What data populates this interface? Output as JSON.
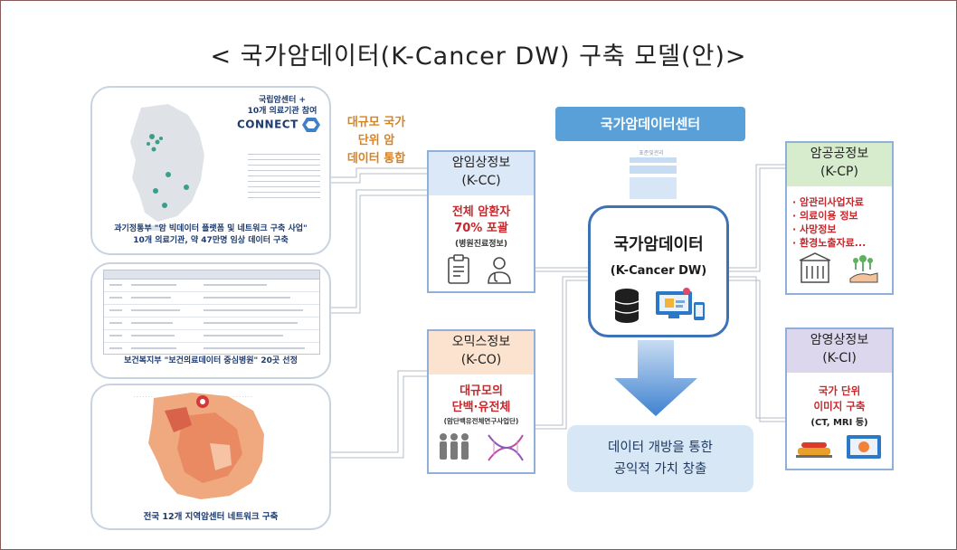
{
  "title": "< 국가암데이터(K-Cancer DW) 구축 모델(안)>",
  "left_panels": {
    "panel1": {
      "caption_top": "국립암센터 +\n10개 의료기관 참여",
      "logo": "CONNECT",
      "caption_bottom": "과기정통부 \"암 빅데이터 플랫폼 및 네트워크 구축 사업\"\n10개 의료기관, 약 47만명 임상 데이터 구축"
    },
    "panel2": {
      "caption": "보건복지부 \"보건의료데이터 중심병원\" 20곳 선정"
    },
    "panel3": {
      "caption": "전국 12개 지역암센터 네트워크 구축"
    }
  },
  "orange_note": "대규모 국가\n단위 암\n데이터 통합",
  "k_cc": {
    "head": "암임상정보\n(K-CC)",
    "body_red": "전체 암환자\n70% 포괄",
    "body_small": "(병원진료정보)"
  },
  "k_co": {
    "head": "오믹스정보\n(K-CO)",
    "body_red": "대규모의\n단백·유전체",
    "body_small": "(암단백유전체연구사업단)"
  },
  "center": {
    "banner": "국가암데이터센터",
    "small_label": "표준및관리",
    "dw_title": "국가암데이터",
    "dw_subtitle": "(K-Cancer DW)"
  },
  "output": "데이터 개방을 통한\n공익적 가치 창출",
  "k_cp": {
    "head": "암공공정보\n(K-CP)",
    "items": [
      "· 암관리사업자료",
      "· 의료이용 정보",
      "· 사망정보",
      "· 환경노출자료..."
    ]
  },
  "k_ci": {
    "head": "암영상정보\n(K-CI)",
    "body_red": "국가 단위\n이미지 구축",
    "body_small": "(CT, MRI 등)"
  },
  "icons": [
    "korea-map-icon",
    "connect-logo-icon",
    "table-icon",
    "pin-icon",
    "clipboard-icon",
    "doctor-icon",
    "people-icon",
    "dna-icon",
    "database-icon",
    "monitor-icon",
    "building-icon",
    "hand-plant-icon",
    "scanner-icon",
    "screen-icon",
    "down-arrow-icon"
  ],
  "colors": {
    "accent_blue": "#5aa0d8",
    "border_blue": "#8fb0d8",
    "dw_border": "#3d72b8",
    "red_text": "#c6282d",
    "orange_text": "#d98222",
    "navy_text": "#1d3b6e"
  }
}
